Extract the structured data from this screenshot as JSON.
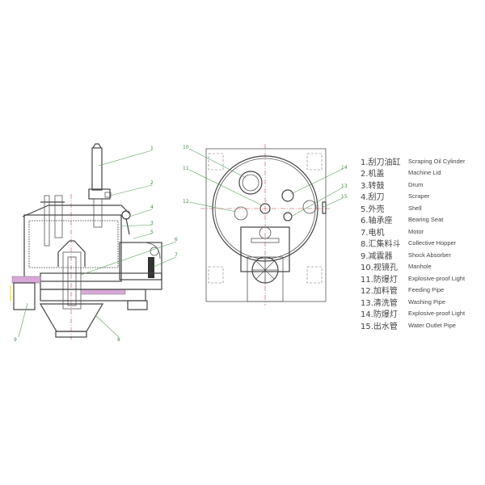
{
  "front_view": {
    "callouts": [
      "1",
      "2",
      "3",
      "4",
      "5",
      "6",
      "7",
      "8",
      "9"
    ]
  },
  "top_view": {
    "callouts": [
      "10",
      "11",
      "12",
      "13",
      "14",
      "15"
    ]
  },
  "legend": [
    {
      "zh": "1.刮刀油缸",
      "en": "Scraping Oil Cylinder"
    },
    {
      "zh": "2.机盖",
      "en": "Machine Lid"
    },
    {
      "zh": "3.转鼓",
      "en": "Drum"
    },
    {
      "zh": "4.刮刀",
      "en": "Scraper"
    },
    {
      "zh": "5.外壳",
      "en": "Shell"
    },
    {
      "zh": "6.轴承座",
      "en": "Bearing Seat"
    },
    {
      "zh": "7.电机",
      "en": "Motor"
    },
    {
      "zh": "8.汇集料斗",
      "en": "Collective Hopper"
    },
    {
      "zh": "9.减震器",
      "en": "Shock Absorber"
    },
    {
      "zh": "10.视镜孔",
      "en": "Manhole"
    },
    {
      "zh": "11.防爆灯",
      "en": "Explosive-proof Light"
    },
    {
      "zh": "12.加料管",
      "en": "Feeding Pipe"
    },
    {
      "zh": "13.清洗管",
      "en": "Washing Pipe"
    },
    {
      "zh": "14.防爆灯",
      "en": "Explosive-proof Light"
    },
    {
      "zh": "15.出水管",
      "en": "Water Outlet Pipe"
    }
  ],
  "colors": {
    "line": "#555555",
    "centerline": "#d04040",
    "leader": "#5a9a5a",
    "highlight": "#c080c0"
  }
}
